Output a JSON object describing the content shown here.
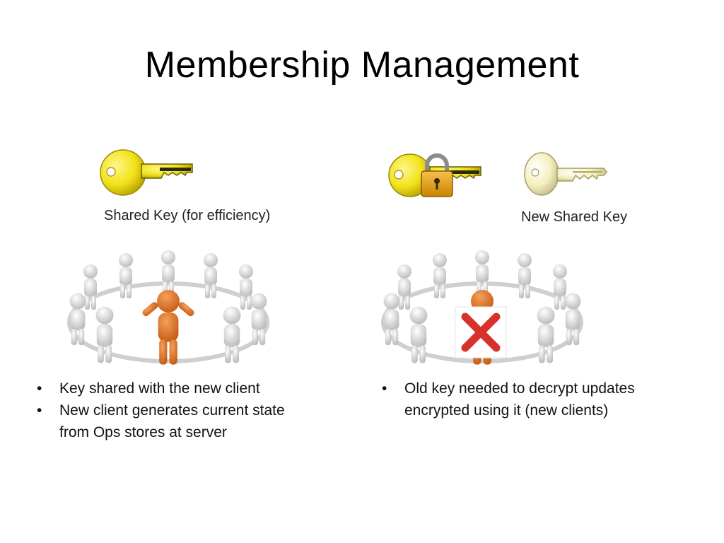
{
  "slide": {
    "title": "Membership Management",
    "left": {
      "caption": "Shared Key (for efficiency)",
      "bullets": [
        "Key shared with the new client",
        "New client generates current state"
      ],
      "continuation": "from Ops stores at server",
      "icons": [
        "gold-key-icon",
        "people-circle-icon"
      ]
    },
    "right": {
      "caption": "New Shared Key",
      "bullets": [
        "Old key needed to decrypt updates encrypted using it (new clients)"
      ],
      "icons": [
        "locked-key-icon",
        "light-key-icon",
        "people-circle-icon",
        "red-x-icon"
      ]
    },
    "bullet_symbol": "•",
    "colors": {
      "gold_key": "#f2e21a",
      "padlock": "#e8a317",
      "light_key": "#f4f0c0",
      "figure_white": "#e9e9e9",
      "figure_orange": "#e0772a",
      "cross_red": "#d8302a"
    }
  }
}
